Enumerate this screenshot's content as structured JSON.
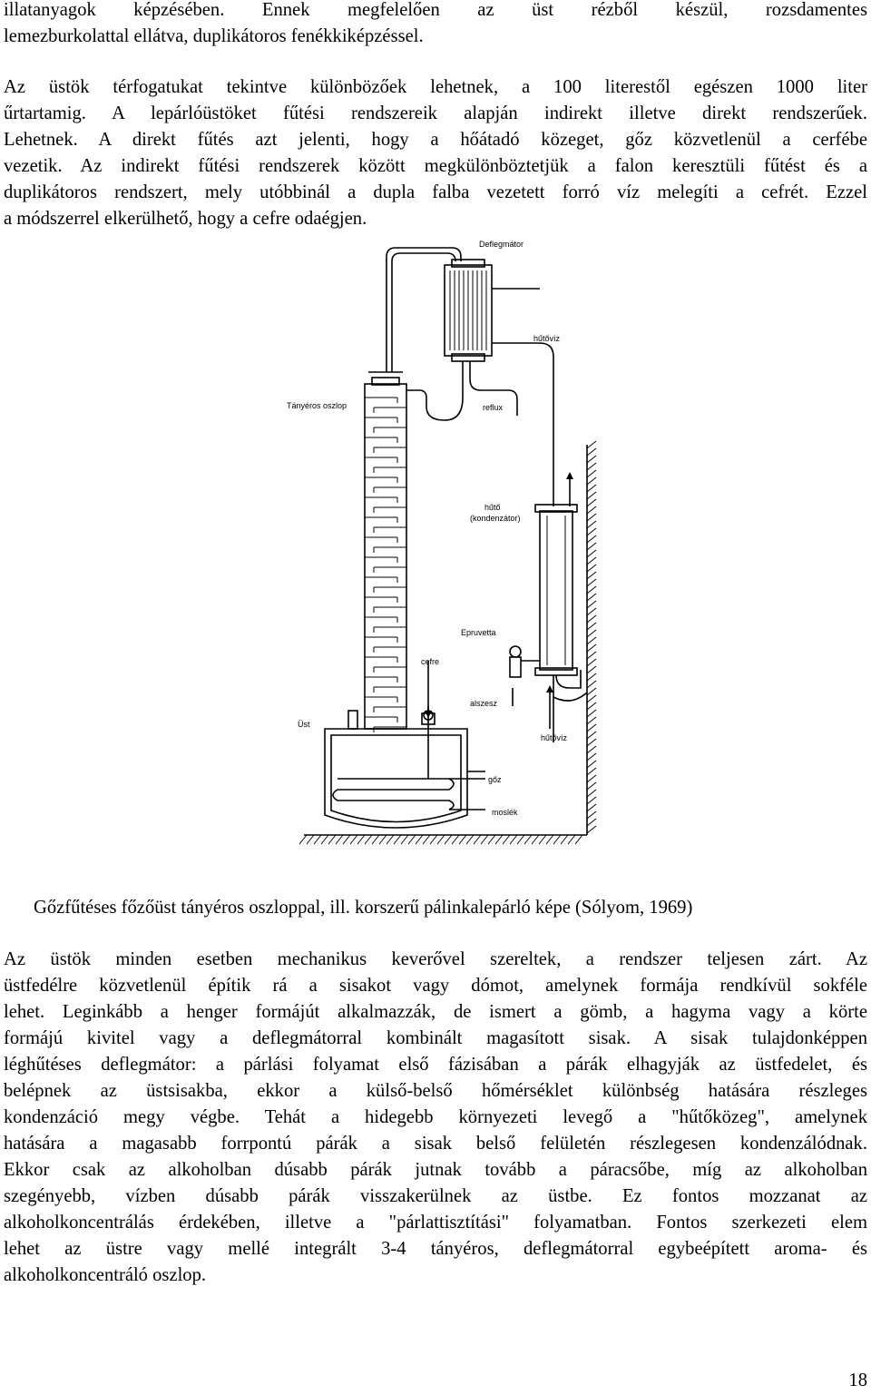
{
  "para1": [
    "illatanyagok képzésében. Ennek megfelelően az üst rézből készül, rozsdamentes",
    "lemezburkolattal ellátva, duplikátoros fenékkiképzéssel."
  ],
  "para2": [
    "Az üstök térfogatukat tekintve különbözőek lehetnek, a 100 literestől egészen 1000 liter",
    "űrtartamig. A lepárlóüstöket fűtési rendszereik alapján indirekt illetve direkt rendszerűek.",
    "Lehetnek. A direkt fűtés azt jelenti, hogy a hőátadó közeget, gőz közvetlenül a cerfébe",
    "vezetik. Az indirekt fűtési rendszerek között megkülönböztetjük a falon keresztüli fűtést és a",
    "duplikátoros rendszert, mely utóbbinál a dupla falba vezetett forró víz melegíti a cefrét. Ezzel",
    "a módszerrel elkerülhető, hogy a cefre odaégjen."
  ],
  "diagram": {
    "labels": {
      "deflegmator": "Deflegmátor",
      "hutoviz_top": "hűtővíz",
      "tanyeros_oszlop": "Tányéros oszlop",
      "reflux": "reflux",
      "huto": "hűtő",
      "kondenzator": "(kondenzátor)",
      "epruvetta": "Epruvetta",
      "cefre": "cefre",
      "alszesz": "alszesz",
      "ust": "Üst",
      "hutoviz_bottom": "hűtővíz",
      "goz": "gőz",
      "mostek": "moslék"
    }
  },
  "caption": "Gőzfűtéses főzőüst tányéros oszloppal, ill. korszerű pálinkalepárló képe (Sólyom, 1969)",
  "para3": [
    "Az üstök minden esetben mechanikus keverővel szereltek, a rendszer teljesen zárt. Az",
    "üstfedélre közvetlenül építik rá a sisakot vagy dómot, amelynek formája rendkívül sokféle",
    "lehet. Leginkább a henger formájút alkalmazzák, de ismert a gömb, a hagyma vagy a körte",
    "formájú kivitel vagy a deflegmátorral kombinált magasított sisak. A sisak tulajdonképpen",
    "léghűtéses deflegmátor: a párlási folyamat első fázisában a párák elhagyják az üstfedelet, és",
    "belépnek az üstsisakba, ekkor a külső-belső hőmérséklet különbség hatására részleges",
    "kondenzáció megy végbe. Tehát a hidegebb környezeti levegő a \"hűtőközeg\", amelynek",
    "hatására a magasabb forrpontú párák a sisak belső felületén részlegesen kondenzálódnak.",
    "Ekkor csak az alkoholban dúsabb párák jutnak tovább a páracsőbe, míg az alkoholban",
    "szegényebb, vízben dúsabb párák visszakerülnek az üstbe. Ez fontos mozzanat az",
    "alkoholkoncentrálás érdekében, illetve a \"párlattisztítási\" folyamatban. Fontos szerkezeti elem",
    "lehet az üstre vagy mellé integrált 3-4 tányéros, deflegmátorral egybeépített aroma- és",
    "alkoholkoncentráló oszlop."
  ],
  "page_number": "18"
}
